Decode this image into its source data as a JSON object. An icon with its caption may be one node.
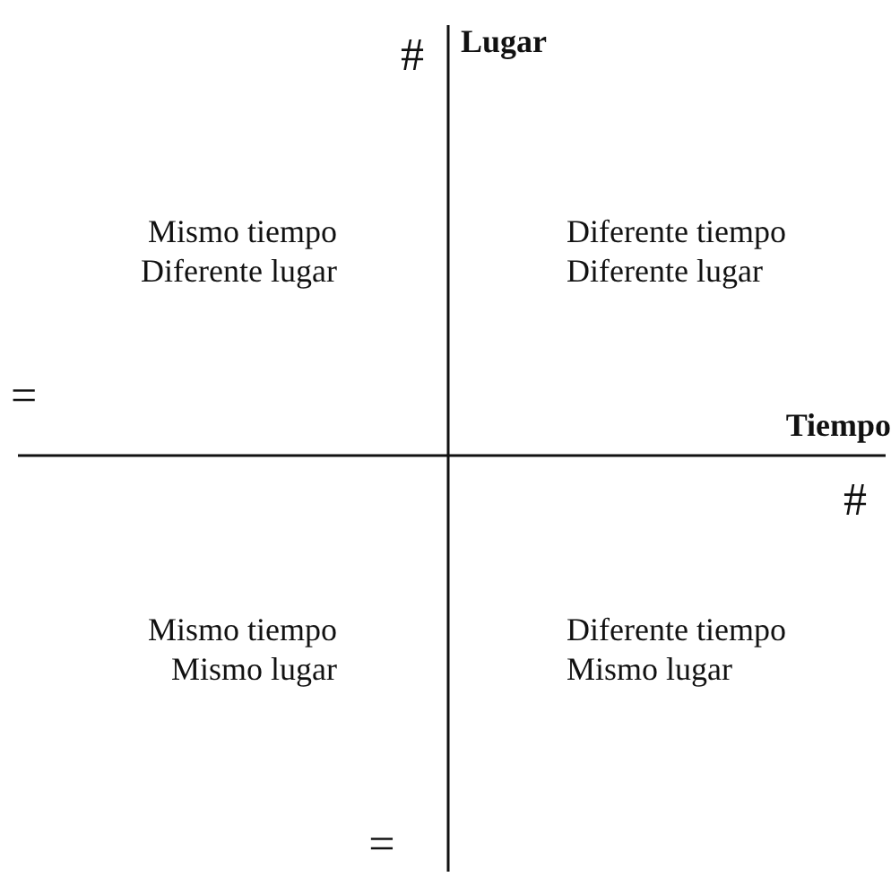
{
  "diagram": {
    "labels": [
      "#",
      "Lugar",
      "Mismo tiempo Diferente lugar",
      "Diferente tiempo Diferente lugar",
      "=",
      "Tiempo",
      "#",
      "Mismo tiempo Mismo lugar",
      "Diferente tiempo Mismo lugar",
      "="
    ]
  }
}
